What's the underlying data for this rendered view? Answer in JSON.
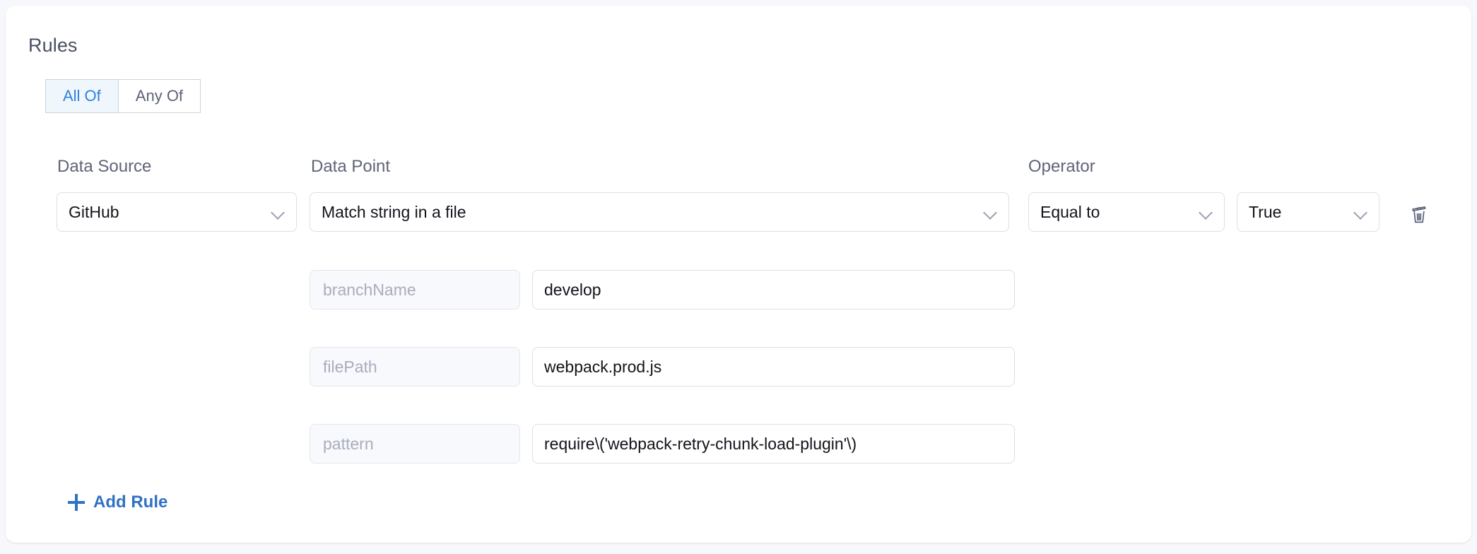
{
  "card": {
    "section_title": "Rules",
    "accent_color": "#2f72c4",
    "active_toggle_bg": "#eff7fc",
    "border_color": "#dcdfe8"
  },
  "match_toggle": {
    "options": [
      {
        "label": "All Of",
        "active": true
      },
      {
        "label": "Any Of",
        "active": false
      }
    ]
  },
  "columns": {
    "data_source": "Data Source",
    "data_point": "Data Point",
    "operator": "Operator"
  },
  "rule": {
    "data_source": {
      "value": "GitHub",
      "icon": "chevron-down-icon"
    },
    "data_point": {
      "value": "Match string in a file",
      "icon": "chevron-down-icon"
    },
    "operator": {
      "value": "Equal to",
      "icon": "chevron-down-icon"
    },
    "comparison_value": {
      "value": "True",
      "icon": "chevron-down-icon"
    },
    "delete_icon": "trash-icon",
    "parameters": [
      {
        "key": "branchName",
        "value": "develop"
      },
      {
        "key": "filePath",
        "value": "webpack.prod.js"
      },
      {
        "key": "pattern",
        "value": "require\\('webpack-retry-chunk-load-plugin'\\)"
      }
    ]
  },
  "actions": {
    "add_rule_label": "Add Rule",
    "add_rule_icon": "plus-icon"
  }
}
